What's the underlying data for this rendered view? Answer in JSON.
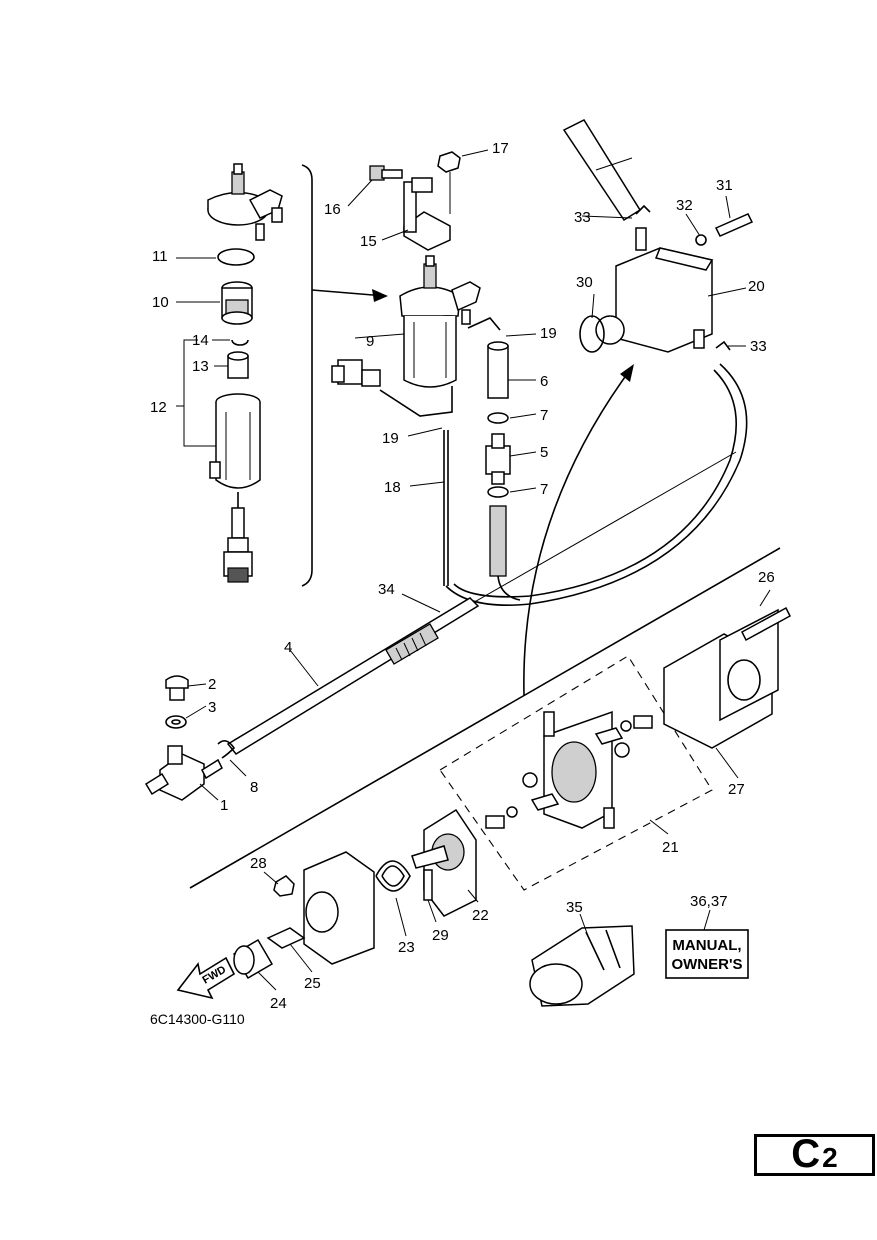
{
  "diagram_code": "6C14300-G110",
  "page_tag": {
    "letter": "C",
    "number": "2"
  },
  "fwd_label": "FWD",
  "manual_label": {
    "line1": "MANUAL,",
    "line2": "OWNER'S"
  },
  "callouts": {
    "p1": "1",
    "p2": "2",
    "p3": "3",
    "p4": "4",
    "p5": "5",
    "p6": "6",
    "p7a": "7",
    "p7b": "7",
    "p8": "8",
    "p9": "9",
    "p10": "10",
    "p11": "11",
    "p12": "12",
    "p13": "13",
    "p14": "14",
    "p15": "15",
    "p16": "16",
    "p17": "17",
    "p18": "18",
    "p19a": "19",
    "p19b": "19",
    "p20": "20",
    "p21": "21",
    "p22": "22",
    "p23": "23",
    "p24": "24",
    "p25": "25",
    "p26": "26",
    "p27": "27",
    "p28": "28",
    "p29": "29",
    "p30": "30",
    "p31": "31",
    "p32": "32",
    "p33a": "33",
    "p33b": "33",
    "p34": "34",
    "p35": "35",
    "p3637": "36,37"
  }
}
